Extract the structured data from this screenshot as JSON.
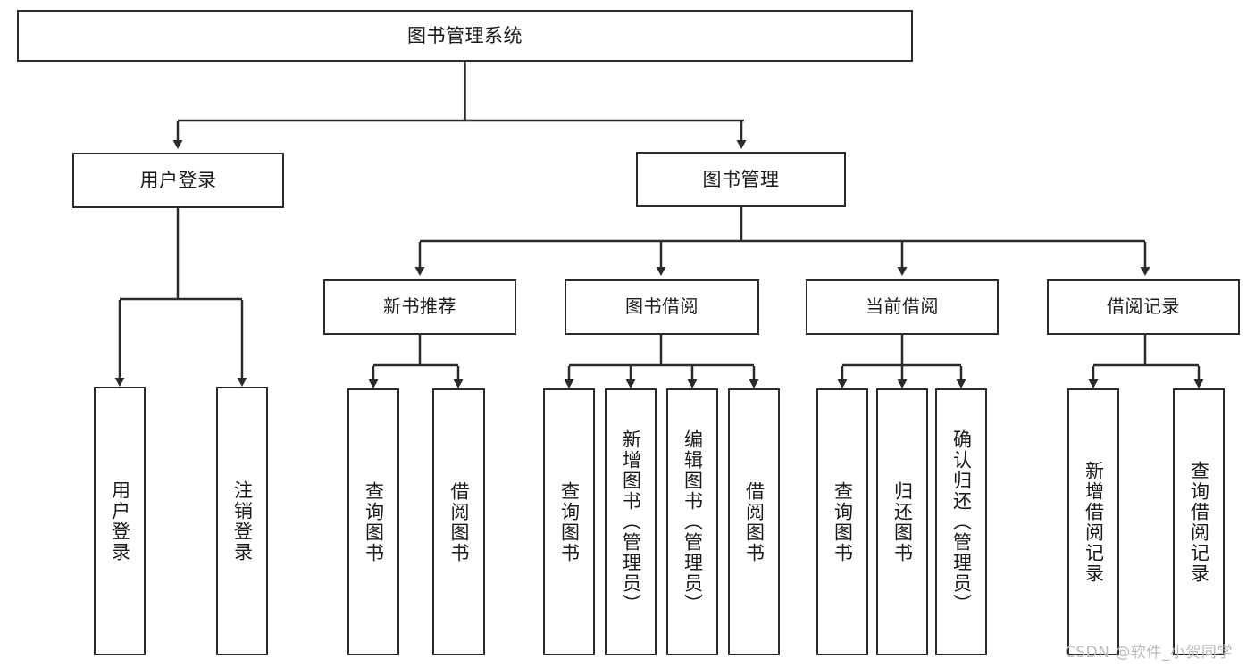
{
  "diagram": {
    "title": "图书管理系统",
    "type": "functional-structure-tree",
    "root": {
      "label": "图书管理系统"
    },
    "level1": [
      {
        "label": "用户登录"
      },
      {
        "label": "图书管理"
      }
    ],
    "level2": [
      {
        "label": "新书推荐"
      },
      {
        "label": "图书借阅"
      },
      {
        "label": "当前借阅"
      },
      {
        "label": "借阅记录"
      }
    ],
    "leaves": {
      "user_login": [
        {
          "label": "用户登录"
        },
        {
          "label": "注销登录"
        }
      ],
      "new_book_recommend": [
        {
          "label": "查询图书"
        },
        {
          "label": "借阅图书"
        }
      ],
      "book_borrow": [
        {
          "label": "查询图书"
        },
        {
          "label": "新增图书（管理员）"
        },
        {
          "label": "编辑图书（管理员）"
        },
        {
          "label": "借阅图书"
        }
      ],
      "current_borrow": [
        {
          "label": "查询图书"
        },
        {
          "label": "归还图书"
        },
        {
          "label": "确认归还（管理员）"
        }
      ],
      "borrow_record": [
        {
          "label": "新增借阅记录"
        },
        {
          "label": "查询借阅记录"
        }
      ]
    }
  },
  "watermark": {
    "text": "CSDN @软件_小贺同学"
  },
  "colors": {
    "stroke": "#2b2b2b",
    "fill": "#ffffff",
    "text": "#1a1a1a",
    "watermark": "#b9b9b9"
  }
}
